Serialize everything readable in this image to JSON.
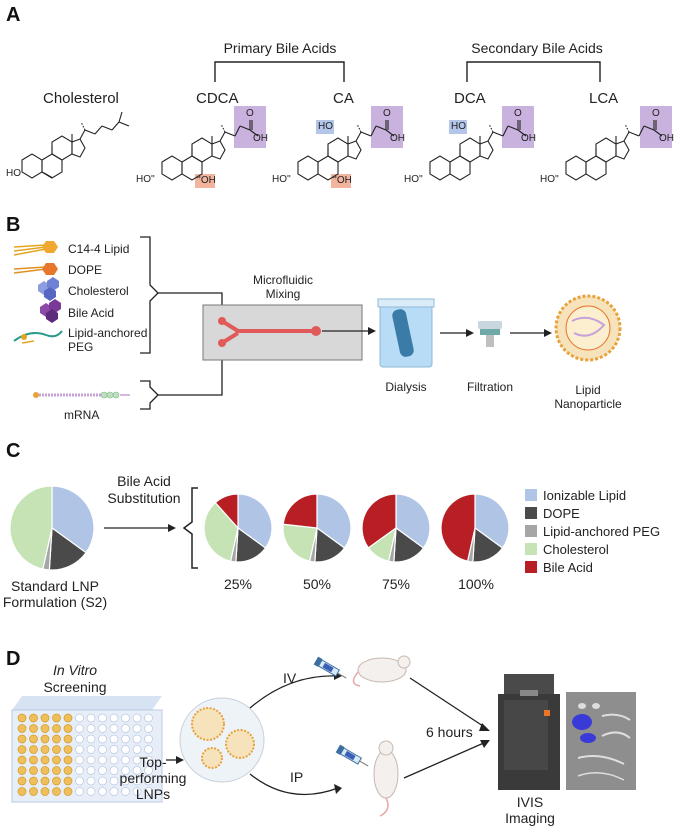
{
  "panels": {
    "a": "A",
    "b": "B",
    "c": "C",
    "d": "D"
  },
  "panel_a": {
    "primary_group": "Primary Bile Acids",
    "secondary_group": "Secondary Bile Acids",
    "molecules": {
      "cholesterol": "Cholesterol",
      "cdca": "CDCA",
      "ca": "CA",
      "dca": "DCA",
      "lca": "LCA"
    },
    "group_labels": {
      "ho": "HO",
      "oh": "OH",
      "ho_prime": "HO''",
      "oh_prime": "''OH",
      "o": "O"
    }
  },
  "panel_b": {
    "components": {
      "c14": "C14-4 Lipid",
      "dope": "DOPE",
      "chol": "Cholesterol",
      "bile": "Bile Acid",
      "peg_line1": "Lipid-anchored",
      "peg_line2": "PEG"
    },
    "mrna": "mRNA",
    "microfluidic_line1": "Microfluidic",
    "microfluidic_line2": "Mixing",
    "dialysis": "Dialysis",
    "filtration": "Filtration",
    "lnp_line1": "Lipid",
    "lnp_line2": "Nanoparticle"
  },
  "panel_c": {
    "standard_line1": "Standard LNP",
    "standard_line2": "Formulation (S2)",
    "sub_line1": "Bile Acid",
    "sub_line2": "Substitution",
    "percents": [
      "25%",
      "50%",
      "75%",
      "100%"
    ],
    "legend": [
      {
        "label": "Ionizable Lipid",
        "color": "#b0c4e6"
      },
      {
        "label": "DOPE",
        "color": "#4a4a4a"
      },
      {
        "label": "Lipid-anchored PEG",
        "color": "#a6a6a6"
      },
      {
        "label": "Cholesterol",
        "color": "#c6e3b5"
      },
      {
        "label": "Bile Acid",
        "color": "#b81f25"
      }
    ]
  },
  "chart_data": [
    {
      "type": "pie",
      "name": "Standard LNP Formulation (S2)",
      "labels": [
        "Ionizable Lipid",
        "DOPE",
        "Lipid-anchored PEG",
        "Cholesterol",
        "Bile Acid"
      ],
      "values": [
        35,
        16,
        2.5,
        46.5,
        0
      ]
    },
    {
      "type": "pie",
      "name": "25%",
      "labels": [
        "Ionizable Lipid",
        "DOPE",
        "Lipid-anchored PEG",
        "Cholesterol",
        "Bile Acid"
      ],
      "values": [
        35,
        16,
        2.5,
        34.9,
        11.6
      ]
    },
    {
      "type": "pie",
      "name": "50%",
      "labels": [
        "Ionizable Lipid",
        "DOPE",
        "Lipid-anchored PEG",
        "Cholesterol",
        "Bile Acid"
      ],
      "values": [
        35,
        16,
        2.5,
        23.25,
        23.25
      ]
    },
    {
      "type": "pie",
      "name": "75%",
      "labels": [
        "Ionizable Lipid",
        "DOPE",
        "Lipid-anchored PEG",
        "Cholesterol",
        "Bile Acid"
      ],
      "values": [
        35,
        16,
        2.5,
        11.6,
        34.9
      ]
    },
    {
      "type": "pie",
      "name": "100%",
      "labels": [
        "Ionizable Lipid",
        "DOPE",
        "Lipid-anchored PEG",
        "Cholesterol",
        "Bile Acid"
      ],
      "values": [
        35,
        16,
        2.5,
        0,
        46.5
      ]
    }
  ],
  "panel_d": {
    "invitro_line1": "In Vitro",
    "invitro_line2": "Screening",
    "top_line1": "Top-",
    "top_line2": "performing",
    "top_line3": "LNPs",
    "iv": "IV",
    "ip": "IP",
    "hours": "6 hours",
    "ivis_line1": "IVIS",
    "ivis_line2": "Imaging"
  }
}
